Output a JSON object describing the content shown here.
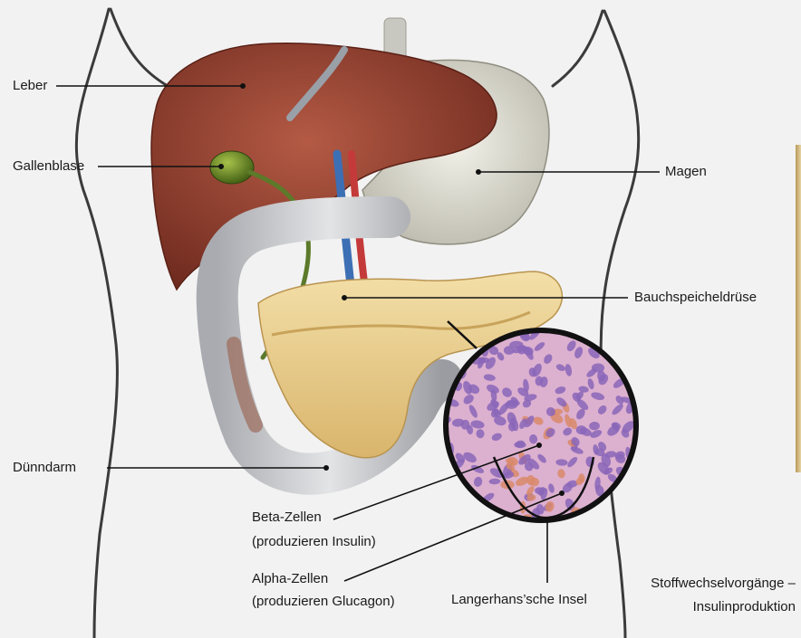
{
  "labels": {
    "leber": "Leber",
    "gallenblase": "Gallenblase",
    "magen": "Magen",
    "bauchspeicheldruese": "Bauchspeicheldrüse",
    "duenndarm": "Dünndarm",
    "beta_zellen": "Beta-Zellen",
    "beta_zellen_note": "(produzieren Insulin)",
    "alpha_zellen": "Alpha-Zellen",
    "alpha_zellen_note": "(produzieren Glucagon)",
    "langerhans": "Langerhans’sche Insel",
    "caption_line1": "Stoffwechselvorgänge –",
    "caption_line2": "Insulinproduktion"
  },
  "colors": {
    "background": "#f2f2f2",
    "liver": "#8e3b2a",
    "gallbladder": "#4d6b1f",
    "stomach": "#d9d7cc",
    "intestine": "#c6c8cc",
    "pancreas": "#e6c98a",
    "cell_tissue": "#d7a7c8",
    "cell_blue": "#8a66b8",
    "cell_orange": "#d98a6a",
    "leader_line": "#111111"
  }
}
